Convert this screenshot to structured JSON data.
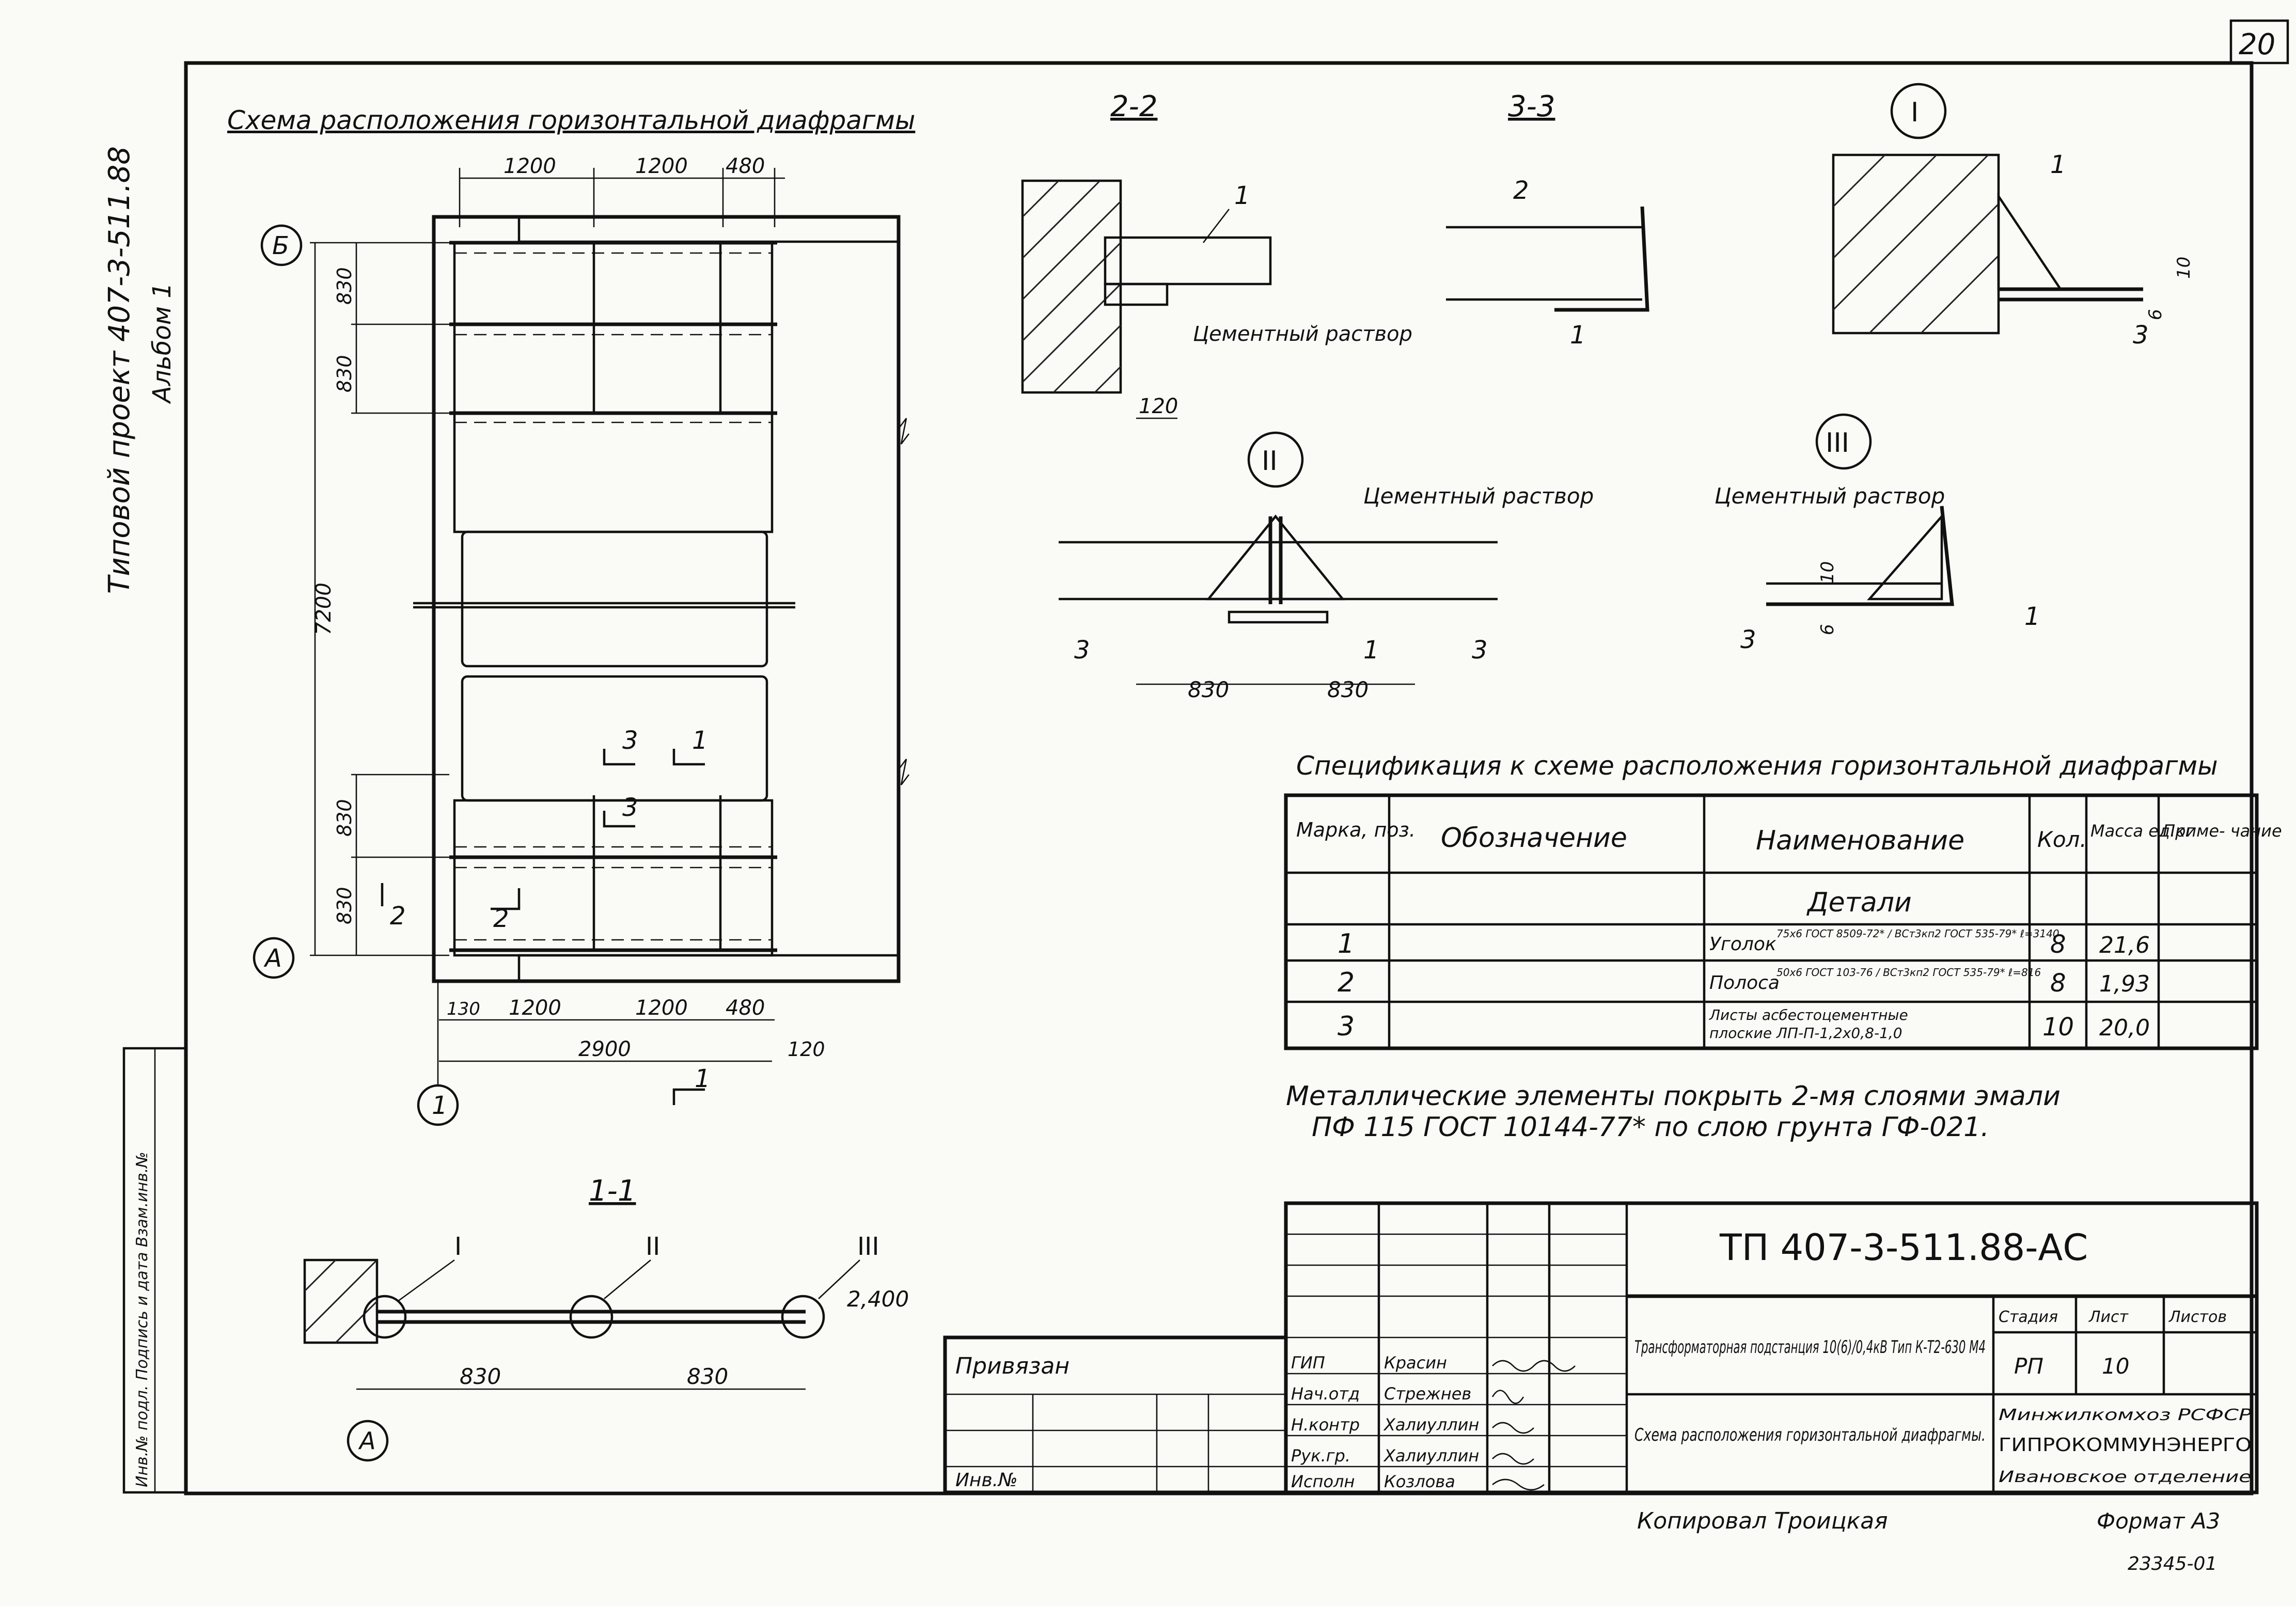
{
  "sheet": {
    "number": "20",
    "side_title": "Типовой проект 407-3-511.88",
    "side_album": "Альбом 1",
    "side_stamp": "Инв.№ подл. Подпись и дата Взам.инв.№",
    "copied": "Копировал Троицкая",
    "format": "Формат А3",
    "ref": "23345-01"
  },
  "plan": {
    "title": "Схема расположения горизонтальной диафрагмы",
    "top_dims": [
      "1200",
      "1200",
      "480"
    ],
    "bottom_dims": [
      "130",
      "1200",
      "1200",
      "480"
    ],
    "overall_width": "2900",
    "right_offset": "120",
    "height": "7200",
    "upper_dims": [
      "830",
      "830"
    ],
    "lower_dims": [
      "830",
      "830"
    ],
    "axis_top": "Б",
    "axis_bottom": "А",
    "axis_col": "1",
    "cut_marks": [
      "3",
      "1",
      "3",
      "2",
      "2",
      "1"
    ]
  },
  "sec22": {
    "title": "2-2",
    "pos": "1",
    "mortar": "Цементный раствор",
    "dim": "120"
  },
  "sec33": {
    "title": "3-3",
    "pos1": "2",
    "pos2": "1"
  },
  "node1": {
    "mark": "I",
    "pos1": "1",
    "pos3": "3",
    "dim1": "10",
    "dim2": "6"
  },
  "node2": {
    "mark": "II",
    "mortar": "Цементный раствор",
    "pos3a": "3",
    "pos1": "1",
    "pos3b": "3",
    "dim_a": "830",
    "dim_b": "830"
  },
  "node3": {
    "mark": "III",
    "mortar": "Цементный раствор",
    "dim1": "10",
    "dim2": "6",
    "pos3": "3",
    "pos1": "1"
  },
  "sec11": {
    "title": "1-1",
    "marks": [
      "I",
      "II",
      "III"
    ],
    "level": "2,400",
    "dims": [
      "830",
      "830"
    ],
    "axis": "А"
  },
  "spec": {
    "title": "Спецификация к схеме расположения горизонтальной диафрагмы",
    "headers": [
      "Марка, поз.",
      "Обозначение",
      "Наименование",
      "Кол.",
      "Масса ед.кг",
      "Приме- чание"
    ],
    "group": "Детали",
    "rows": [
      {
        "pos": "1",
        "name": "Уголок",
        "detail": "75х6 ГОСТ 8509-72* / ВСт3кп2 ГОСТ 535-79* ℓ=3140",
        "qty": "8",
        "mass": "21,6"
      },
      {
        "pos": "2",
        "name": "Полоса",
        "detail": "50х6 ГОСТ 103-76 / ВСт3кп2 ГОСТ 535-79* ℓ=816",
        "qty": "8",
        "mass": "1,93"
      },
      {
        "pos": "3",
        "name": "Листы асбестоцементные",
        "detail": "плоские ЛП-П-1,2х0,8-1,0",
        "qty": "10",
        "mass": "20,0"
      }
    ]
  },
  "note": {
    "line1": "Металлические элементы покрыть 2-мя слоями эмали",
    "line2": "ПФ 115 ГОСТ 10144-77* по слою грунта ГФ-021."
  },
  "stamp": {
    "code": "ТП 407-3-511.88-АС",
    "privyazan": "Привязан",
    "inv": "Инв.№",
    "roles": [
      {
        "role": "ГИП",
        "name": "Красин"
      },
      {
        "role": "Нач.отд",
        "name": "Стрежнев"
      },
      {
        "role": "Н.контр",
        "name": "Халиуллин"
      },
      {
        "role": "Рук.гр.",
        "name": "Халиуллин"
      },
      {
        "role": "Исполн",
        "name": "Козлова"
      }
    ],
    "object": "Трансформаторная подстанция 10(6)/0,4кВ Тип К-Т2-630 М4",
    "drawing": "Схема расположения горизонтальной диафрагмы.",
    "stage_label": "Стадия",
    "sheet_label": "Лист",
    "sheets_label": "Листов",
    "stage": "РП",
    "sheet_no": "10",
    "org1": "Минжилкомхоз РСФСР",
    "org2": "ГИПРОКОММУНЭНЕРГО",
    "org3": "Ивановское отделение"
  }
}
